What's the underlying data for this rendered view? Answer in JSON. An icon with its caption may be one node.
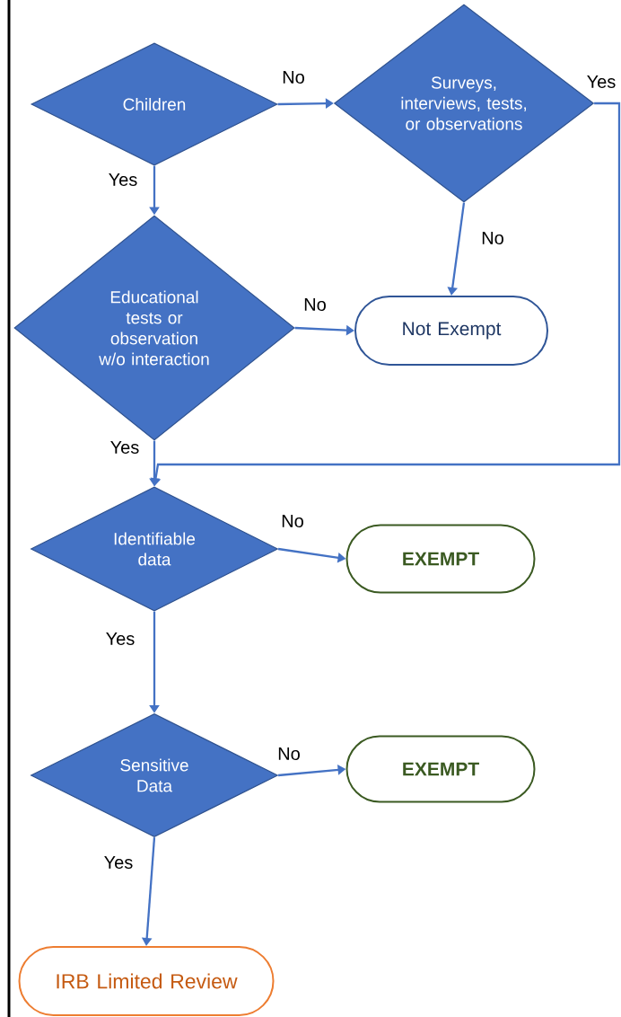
{
  "diagram": {
    "nodes": [
      {
        "text": [
          "Children"
        ]
      },
      {
        "text": [
          "Surveys, interviews, tests, or observations"
        ]
      },
      {
        "text": [
          "Educational tests or observation w/o interaction"
        ]
      },
      {
        "text": [
          "Not Exempt"
        ]
      },
      {
        "text": [
          "Identifiable data"
        ]
      },
      {
        "text": [
          "EXEMPT"
        ]
      },
      {
        "text": [
          "Sensitive Data"
        ]
      },
      {
        "text": [
          "EXEMPT"
        ]
      },
      {
        "text": [
          "IRB Limited Review"
        ]
      }
    ],
    "edges": [
      {
        "from": 0,
        "to": 1,
        "arrow": "to",
        "label": "No"
      },
      {
        "from": 0,
        "to": 2,
        "arrow": "to",
        "label": "Yes"
      },
      {
        "from": 1,
        "to": 3,
        "arrow": "to",
        "label": "No"
      },
      {
        "from": 1,
        "to": 4,
        "arrow": "to",
        "label": "Yes"
      },
      {
        "from": 2,
        "to": 3,
        "arrow": "to",
        "label": "No"
      },
      {
        "from": 2,
        "to": 4,
        "arrow": "to",
        "label": "Yes"
      },
      {
        "from": 4,
        "to": 5,
        "arrow": "to",
        "label": "No"
      },
      {
        "from": 4,
        "to": 6,
        "arrow": "to",
        "label": "Yes"
      },
      {
        "from": 6,
        "to": 7,
        "arrow": "to",
        "label": "No"
      },
      {
        "from": 6,
        "to": 8,
        "arrow": "to",
        "label": "Yes"
      }
    ]
  }
}
